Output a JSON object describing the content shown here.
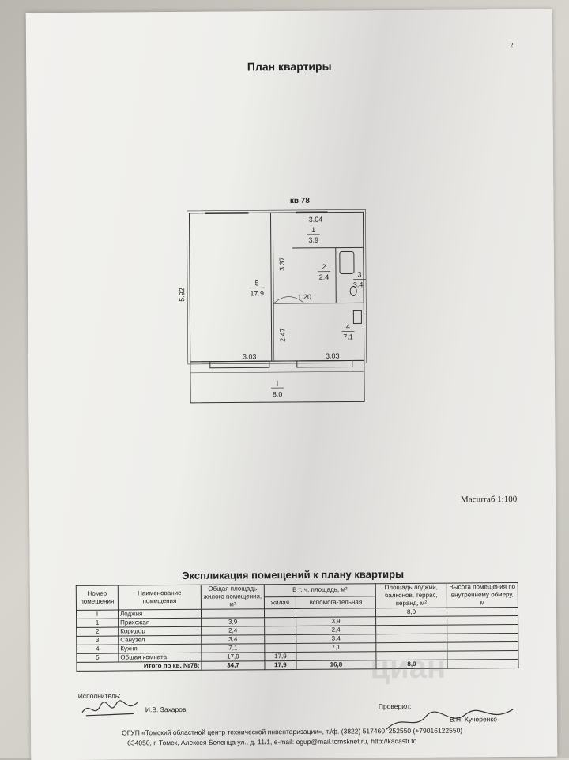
{
  "page_number": "2",
  "title": "План квартиры",
  "plan": {
    "apartment_label": "кв 78",
    "dimensions": {
      "top": "3.04",
      "left_height": "5.92",
      "corridor_vertical": "3.37",
      "door_width": "1.20",
      "kitchen_vertical": "2.47",
      "bottom_left": "3.03",
      "bottom_right": "3.03"
    },
    "rooms": [
      {
        "num": "1",
        "area": "3.9"
      },
      {
        "num": "2",
        "area": "2.4"
      },
      {
        "num": "3",
        "area": "3.4"
      },
      {
        "num": "4",
        "area": "7.1"
      },
      {
        "num": "5",
        "area": "17.9"
      },
      {
        "num": "I",
        "area": "8.0"
      }
    ]
  },
  "scale": "Масштаб 1:100",
  "explication": {
    "title": "Экспликация помещений к плану квартиры",
    "headers": {
      "num": "Номер помещения",
      "name": "Наименование помещения",
      "total": "Общая площадь жилого помещения, м²",
      "incl": "В т. ч. площадь, м²",
      "living": "жилая",
      "aux": "вспомога-тельная",
      "balcony": "Площадь лоджий, балконов, террас, веранд, м²",
      "height": "Высота помещения по внутреннему обмеру, м"
    },
    "rows": [
      {
        "num": "I",
        "name": "Лоджия",
        "total": "",
        "living": "",
        "aux": "",
        "balcony": "8,0",
        "height": ""
      },
      {
        "num": "1",
        "name": "Прихожая",
        "total": "3,9",
        "living": "",
        "aux": "3,9",
        "balcony": "",
        "height": ""
      },
      {
        "num": "2",
        "name": "Коридор",
        "total": "2,4",
        "living": "",
        "aux": "2,4",
        "balcony": "",
        "height": ""
      },
      {
        "num": "3",
        "name": "Санузел",
        "total": "3,4",
        "living": "",
        "aux": "3,4",
        "balcony": "",
        "height": ""
      },
      {
        "num": "4",
        "name": "Кухня",
        "total": "7,1",
        "living": "",
        "aux": "7,1",
        "balcony": "",
        "height": ""
      },
      {
        "num": "5",
        "name": "Общая комната",
        "total": "17,9",
        "living": "17,9",
        "aux": "",
        "balcony": "",
        "height": ""
      }
    ],
    "total_row": {
      "label": "Итого по кв. №78:",
      "total": "34,7",
      "living": "17,9",
      "aux": "16,8",
      "balcony": "8,0"
    }
  },
  "footer": {
    "performer_label": "Исполнитель:",
    "performer_name": "И.В. Захаров",
    "checker_label": "Проверил:",
    "checker_name": "В.Н. Кучеренко",
    "org_line1": "ОГУП «Томский областной центр технической инвентаризации», т./ф. (3822) 517460, 252550 (+79016122550)",
    "org_line2": "634050, г. Томск, Алексея Беленца ул., д. 11/1, e-mail: ogup@mail.tomsknet.ru, http://kadastr.to"
  },
  "watermark": "циан"
}
